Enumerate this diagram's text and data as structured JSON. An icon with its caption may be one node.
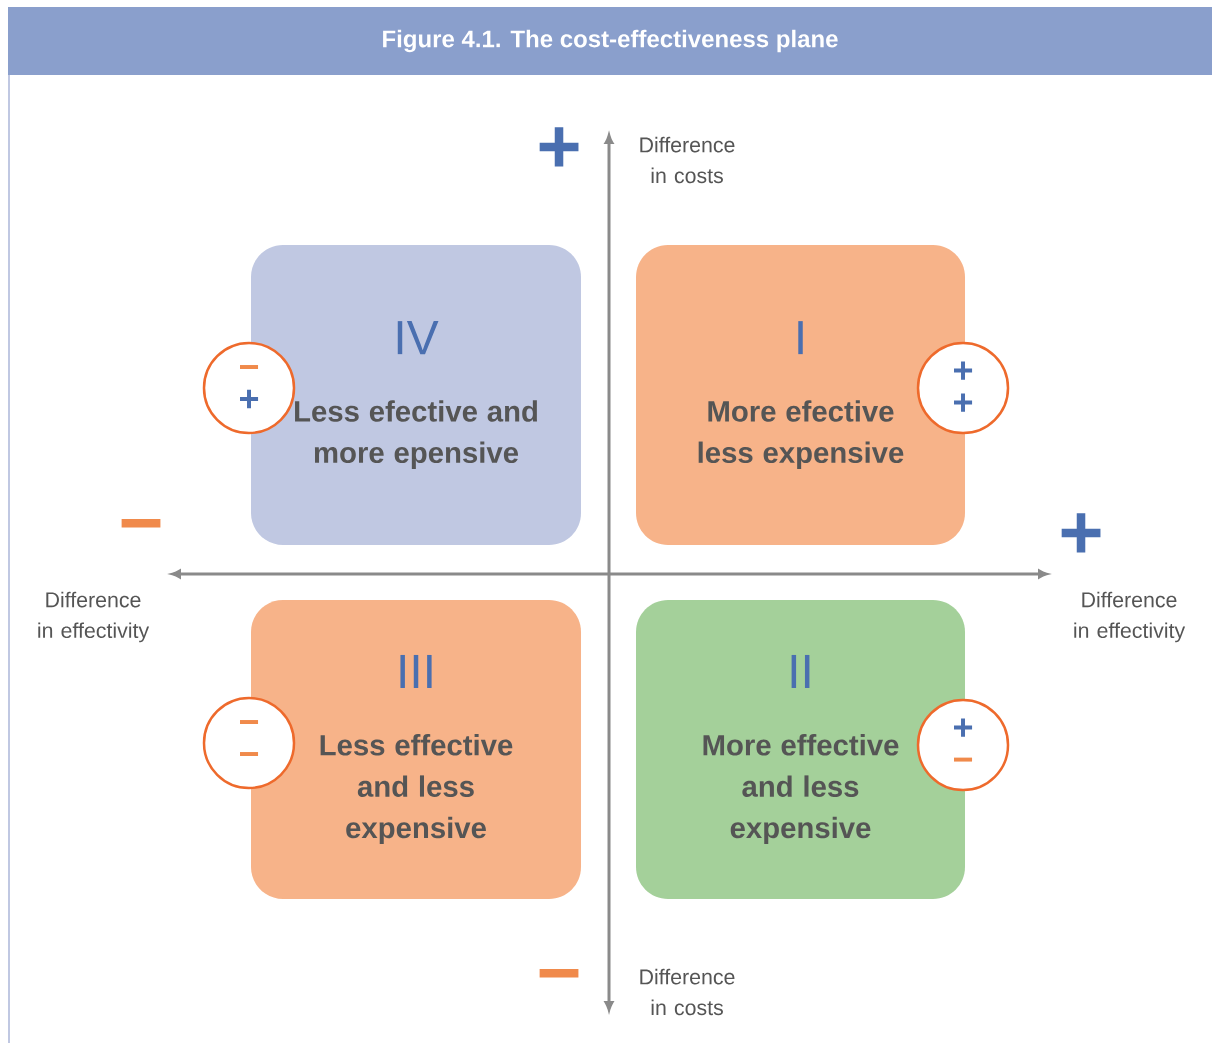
{
  "diagram": {
    "title": "Figure 4.1. The cost-effectiveness plane",
    "nodes": [
      {
        "text": [
          "IV",
          "Less efective and more epensive"
        ]
      },
      {
        "text": [
          "I",
          "More efective less expensive"
        ]
      },
      {
        "text": [
          "III",
          "Less effective and less expensive"
        ]
      },
      {
        "text": [
          "II",
          "More effective and less expensive"
        ]
      },
      {
        "text": [
          "−",
          "+"
        ]
      },
      {
        "text": [
          "+",
          "+"
        ]
      },
      {
        "text": [
          "−",
          "−"
        ]
      },
      {
        "text": [
          "+",
          "−"
        ]
      }
    ],
    "labels": [
      "+",
      "Difference in costs",
      "−",
      "+",
      "Difference in effectivity",
      "Difference in effectivity",
      "−",
      "Difference in costs"
    ]
  }
}
